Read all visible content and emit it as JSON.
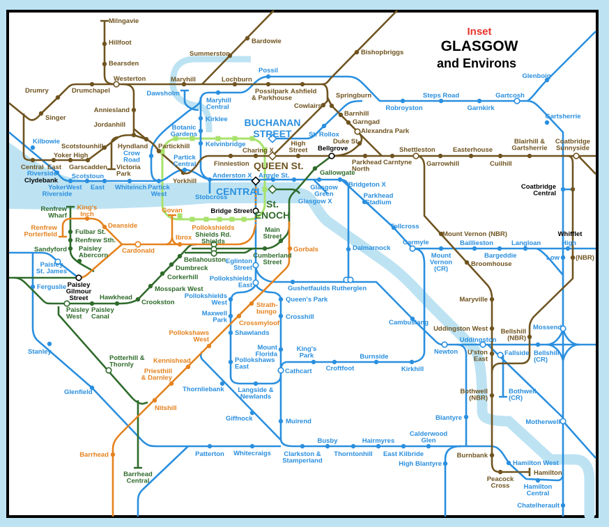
{
  "title": {
    "inset": "Inset",
    "line1": "GLASGOW",
    "line2": "and Environs"
  },
  "colors": {
    "blue_lines": "#2a8fdf",
    "brown_lines": "#6f5420",
    "green_lines": "#2f6b2b",
    "orange_lines": "#e5821e",
    "subway": "#a8e26c",
    "river": "#bde3f3",
    "title_accent": "#e8322a"
  },
  "stations": [
    [
      "Milngavie"
    ],
    [
      "Hillfoot"
    ],
    [
      "Bearsden"
    ],
    [
      "Westerton"
    ],
    [
      "Drumry"
    ],
    [
      "Drumchapel"
    ],
    [
      "Singer"
    ],
    [
      "Anniesland"
    ],
    [
      "Jordanhill"
    ],
    [
      "Scotstounhill"
    ],
    [
      "Yoker High"
    ],
    [
      "Central"
    ],
    [
      "East"
    ],
    [
      "Garscadden"
    ],
    [
      "Victoria",
      "Park"
    ],
    [
      "Hyndland"
    ],
    [
      "Partickhill"
    ],
    [
      "Summerston"
    ],
    [
      "Bardowie"
    ],
    [
      "Bishopbriggs"
    ],
    [
      "Maryhill"
    ],
    [
      "Lochburn"
    ],
    [
      "Possilpark",
      "& Parkhouse"
    ],
    [
      "Ashfield"
    ],
    [
      "Springburn"
    ],
    [
      "Cowlairs"
    ],
    [
      "Barnhill"
    ],
    [
      "Garngad"
    ],
    [
      "Alexandra Park"
    ],
    [
      "Duke St."
    ],
    [
      "High",
      "Street"
    ],
    [
      "Charing X"
    ],
    [
      "Finniestion"
    ],
    [
      "Yorkhill"
    ],
    [
      "QUEEN St."
    ],
    [
      "Bellgrove"
    ],
    [
      "Parkhead",
      "North"
    ],
    [
      "Carntyne"
    ],
    [
      "Shettleston"
    ],
    [
      "Garrowhill"
    ],
    [
      "Easterhouse"
    ],
    [
      "Cuilhill"
    ],
    [
      "Blairhill &",
      "Gartsherrie"
    ],
    [
      "Coatbridge",
      "Sunnyside"
    ],
    [
      "Coatbridge",
      "Central"
    ],
    [
      "Mount Vernon (NBR)"
    ],
    [
      "Broomhouse"
    ],
    [
      "Maryville"
    ],
    [
      "Uddingston West"
    ],
    [
      "Bellshill",
      "(NBR)"
    ],
    [
      "U'ston",
      "East"
    ],
    [
      "Bothwell",
      "(NBR)"
    ],
    [
      "Burnbank"
    ],
    [
      "Peacock",
      "Cross"
    ],
    [
      "Hamilton"
    ],
    [
      "Whifflet"
    ],
    [
      "(NBR)"
    ],
    [
      "Glenboig"
    ],
    [
      "Steps Road"
    ],
    [
      "Gartcosh"
    ],
    [
      "Robroyston"
    ],
    [
      "Garnkirk"
    ],
    [
      "Gartsherrie"
    ],
    [
      "BUCHANAN",
      "STREET"
    ],
    [
      "St. Rollox"
    ],
    [
      "Possil"
    ],
    [
      "Dawsholm"
    ],
    [
      "Maryhill",
      "Central"
    ],
    [
      "Kirklee"
    ],
    [
      "Botanic",
      "Gardens"
    ],
    [
      "Kelvinbridge"
    ],
    [
      "Kilbowie"
    ],
    [
      "Riverside"
    ],
    [
      "Clydebank"
    ],
    [
      "Yoker",
      "Riverside"
    ],
    [
      "Scotstoun"
    ],
    [
      "West"
    ],
    [
      "East"
    ],
    [
      "Whiteinch"
    ],
    [
      "Partick",
      "West"
    ],
    [
      "Crow",
      "Road"
    ],
    [
      "Partick",
      "Central"
    ],
    [
      "Anderston X"
    ],
    [
      "Argyle St."
    ],
    [
      "CENTRAL"
    ],
    [
      "Stobcross"
    ],
    [
      "Glasgow",
      "Green"
    ],
    [
      "Glasgow X"
    ],
    [
      "Bridgeton X"
    ],
    [
      "Parkhead",
      "Stadium"
    ],
    [
      "Tollcross"
    ],
    [
      "Carmyle"
    ],
    [
      "Dalmarnock"
    ],
    [
      "Mount",
      "Vernon",
      "(CR)"
    ],
    [
      "Baillieston"
    ],
    [
      "Bargeddie"
    ],
    [
      "Langloan"
    ],
    [
      "High"
    ],
    [
      "Low"
    ],
    [
      "Paisley",
      "St. James"
    ],
    [
      "Ferguslie"
    ],
    [
      "Eglinton",
      "Street"
    ],
    [
      "Pollokshields",
      "East"
    ],
    [
      "Pollokshields",
      "West"
    ],
    [
      "Gushetfaulds"
    ],
    [
      "Rutherglen"
    ],
    [
      "Queen's Park"
    ],
    [
      "Crosshill"
    ],
    [
      "Maxwell",
      "Park"
    ],
    [
      "Shawlands"
    ],
    [
      "Mount",
      "Florida"
    ],
    [
      "King's",
      "Park"
    ],
    [
      "Pollokshaws",
      "East"
    ],
    [
      "Cathcart"
    ],
    [
      "Croftfoot"
    ],
    [
      "Burnside"
    ],
    [
      "Kirkhill"
    ],
    [
      "Cambuslang"
    ],
    [
      "Newton"
    ],
    [
      "Uddingston"
    ],
    [
      "Fallside"
    ],
    [
      "Bellshill",
      "(CR)"
    ],
    [
      "Mossend"
    ],
    [
      "Bothwell",
      "(CR)"
    ],
    [
      "Motherwell"
    ],
    [
      "Blantyre"
    ],
    [
      "Calderwood",
      "Glen"
    ],
    [
      "High Blantyre"
    ],
    [
      "Hamilton West"
    ],
    [
      "Hamilton",
      "Central"
    ],
    [
      "Chatelherault"
    ],
    [
      "Stanley"
    ],
    [
      "Glenfield"
    ],
    [
      "Thornliebank"
    ],
    [
      "Langside &",
      "Newlands"
    ],
    [
      "Giffnock"
    ],
    [
      "Muirend"
    ],
    [
      "Patterton"
    ],
    [
      "Whitecraigs"
    ],
    [
      "Clarkston &",
      "Stamperland"
    ],
    [
      "Busby"
    ],
    [
      "Thorntonhill"
    ],
    [
      "Hairmyres"
    ],
    [
      "East Kilbride"
    ],
    [
      "Renfrew",
      "Wharf"
    ],
    [
      "Fulbar St."
    ],
    [
      "Renfrew Sth."
    ],
    [
      "Sandyford"
    ],
    [
      "Paisley",
      "Abercorn"
    ],
    [
      "Paisley",
      "Gilmour",
      "Street"
    ],
    [
      "Hawkhead"
    ],
    [
      "Paisley",
      "West"
    ],
    [
      "Paisley",
      "Canal"
    ],
    [
      "Crookston"
    ],
    [
      "Mosspark West"
    ],
    [
      "Corkerhill"
    ],
    [
      "Dumbreck"
    ],
    [
      "Bellahouston"
    ],
    [
      "Shields Rd.",
      "Shields"
    ],
    [
      "Main",
      "Street"
    ],
    [
      "Cumberland",
      "Street"
    ],
    [
      "Gallowgate"
    ],
    [
      "St.",
      "ENOCH"
    ],
    [
      "Potterhill &",
      "Thornly"
    ],
    [
      "Barrhead",
      "Central"
    ],
    [
      "King's",
      "Inch"
    ],
    [
      "Renfrew",
      "Porterfield"
    ],
    [
      "Deanside"
    ],
    [
      "Cardonald"
    ],
    [
      "Govan"
    ],
    [
      "Ibrox"
    ],
    [
      "Pollokshields"
    ],
    [
      "Gorbals"
    ],
    [
      "Strath-",
      "bungo"
    ],
    [
      "Crossmyloof"
    ],
    [
      "Pollokshaws",
      "West"
    ],
    [
      "Kennishead"
    ],
    [
      "Priesthill",
      "& Darnley"
    ],
    [
      "Nitshill"
    ],
    [
      "Barrhead"
    ],
    [
      "Bridge Street"
    ]
  ]
}
